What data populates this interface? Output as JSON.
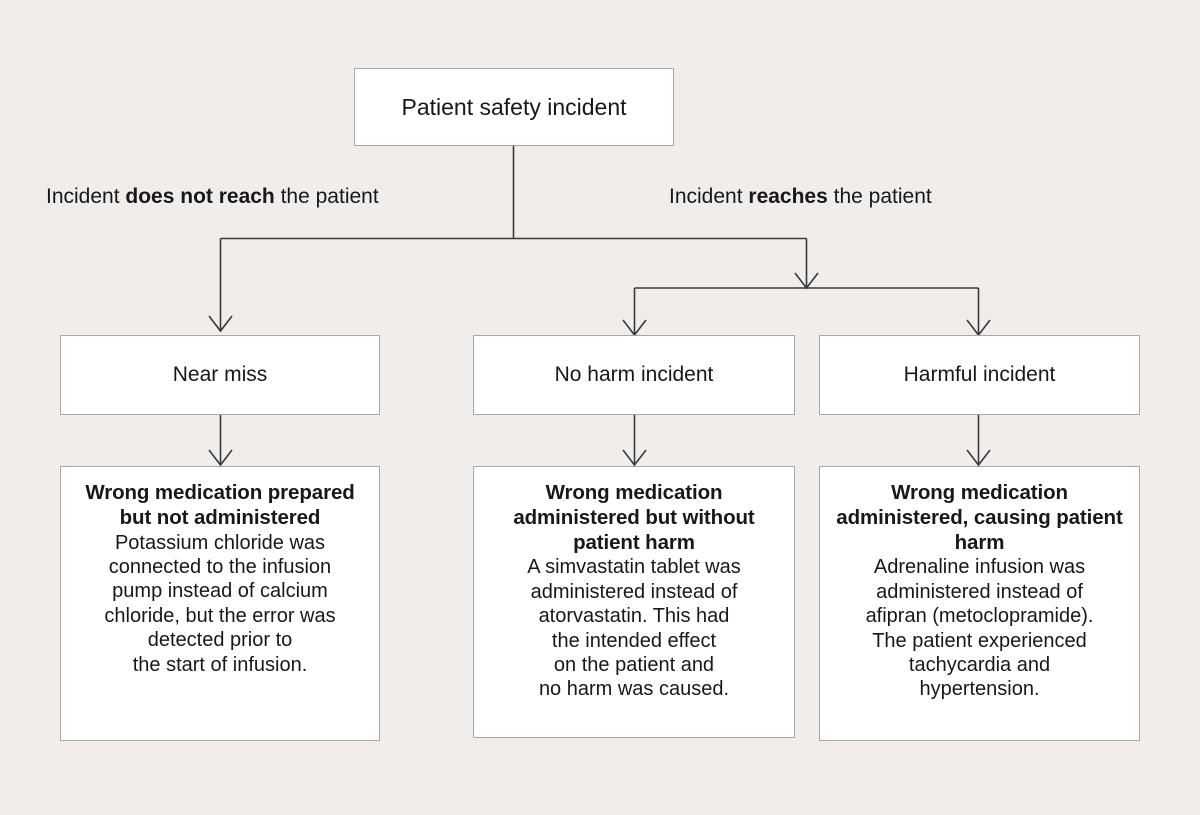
{
  "root": {
    "label": "Patient safety incident"
  },
  "branch_labels": {
    "left": {
      "pre": "Incident ",
      "emphasis": "does not reach",
      "post": " the patient"
    },
    "right": {
      "pre": "Incident ",
      "emphasis": "reaches",
      "post": " the patient"
    }
  },
  "categories": [
    {
      "label": "Near miss"
    },
    {
      "label": "No harm incident"
    },
    {
      "label": "Harmful incident"
    }
  ],
  "details": [
    {
      "title": "Wrong medication prepared but not administered",
      "body": "Potassium chloride was\nconnected to the infusion\npump instead of calcium\nchloride, but the error was\ndetected prior to\nthe start of infusion."
    },
    {
      "title": "Wrong medication administered but without patient harm",
      "body": "A simvastatin tablet was\nadministered instead of\natorvastatin. This had\nthe intended effect\non the patient and\nno harm was caused."
    },
    {
      "title": "Wrong medication administered, causing patient harm",
      "body": "Adrenaline infusion was\nadministered instead of\nafipran (metoclopramide).\nThe patient experienced\ntachycardia and\nhypertension."
    }
  ],
  "colors": {
    "background": "#f0edeb",
    "node_fill": "#ffffff",
    "node_border": "#a9a6a4",
    "connector": "#3a3a3a",
    "text": "#17181a"
  }
}
